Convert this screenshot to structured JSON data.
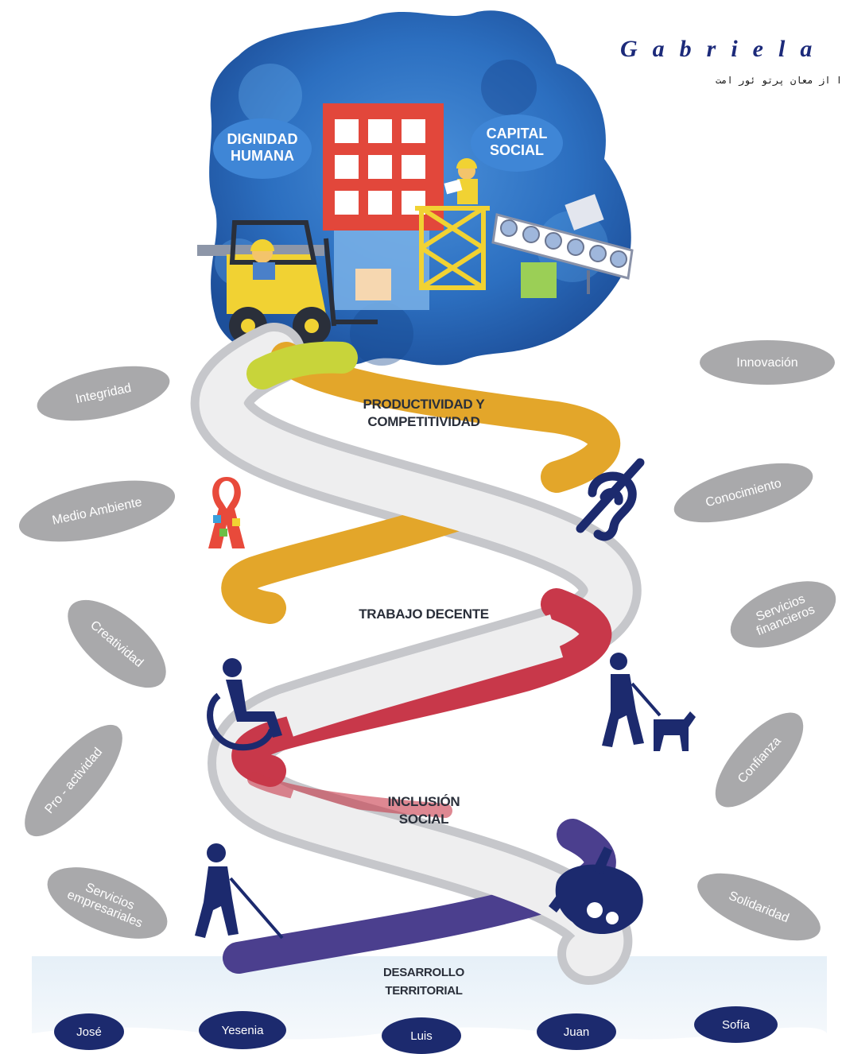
{
  "header": {
    "title": "Gabriela",
    "subtitle": "ا از معان پرتو ئور امت"
  },
  "city": {
    "left_bubble": "DIGNIDAD\nHUMANA",
    "right_bubble": "CAPITAL\nSOCIAL"
  },
  "helix": {
    "labels": [
      {
        "id": "productividad",
        "text": "PRODUCTIVIDAD Y\nCOMPETITIVIDAD"
      },
      {
        "id": "trabajo",
        "text": "TRABAJO DECENTE"
      },
      {
        "id": "inclusion",
        "text": "INCLUSIÓN\nSOCIAL"
      }
    ],
    "colors": {
      "lime": "#c8d43a",
      "gold": "#e3a62a",
      "red": "#c8384a",
      "purple": "#4b3f8e",
      "ribbon": "#dcdcde"
    }
  },
  "base": {
    "label": "DESARROLLO\nTERRITORIAL"
  },
  "values_left": [
    {
      "id": "integridad",
      "text": "Integridad"
    },
    {
      "id": "medio-ambiente",
      "text": "Medio Ambiente"
    },
    {
      "id": "creatividad",
      "text": "Creatividad"
    },
    {
      "id": "pro-actividad",
      "text": "Pro - actividad"
    },
    {
      "id": "servicios-empresariales",
      "text": "Servicios\nempresariales"
    }
  ],
  "values_right": [
    {
      "id": "innovacion",
      "text": "Innovación"
    },
    {
      "id": "conocimiento",
      "text": "Conocimiento"
    },
    {
      "id": "servicios-financieros",
      "text": "Servicios\nfinancieros"
    },
    {
      "id": "confianza",
      "text": "Confianza"
    },
    {
      "id": "solidaridad",
      "text": "Solidaridad"
    }
  ],
  "names": [
    "José",
    "Yesenia",
    "Luis",
    "Juan",
    "Sofía"
  ],
  "icons": {
    "autism": "autism-ribbon-icon",
    "hearing": "hearing-impaired-icon",
    "wheelchair": "wheelchair-icon",
    "guide_dog": "guide-dog-icon",
    "cane": "blind-cane-icon",
    "sign_language": "sign-language-icon"
  },
  "colors": {
    "navy": "#1c2a6e",
    "cloud_gray": "#a9a9ab",
    "blob_blue": "#2c6fc0"
  }
}
